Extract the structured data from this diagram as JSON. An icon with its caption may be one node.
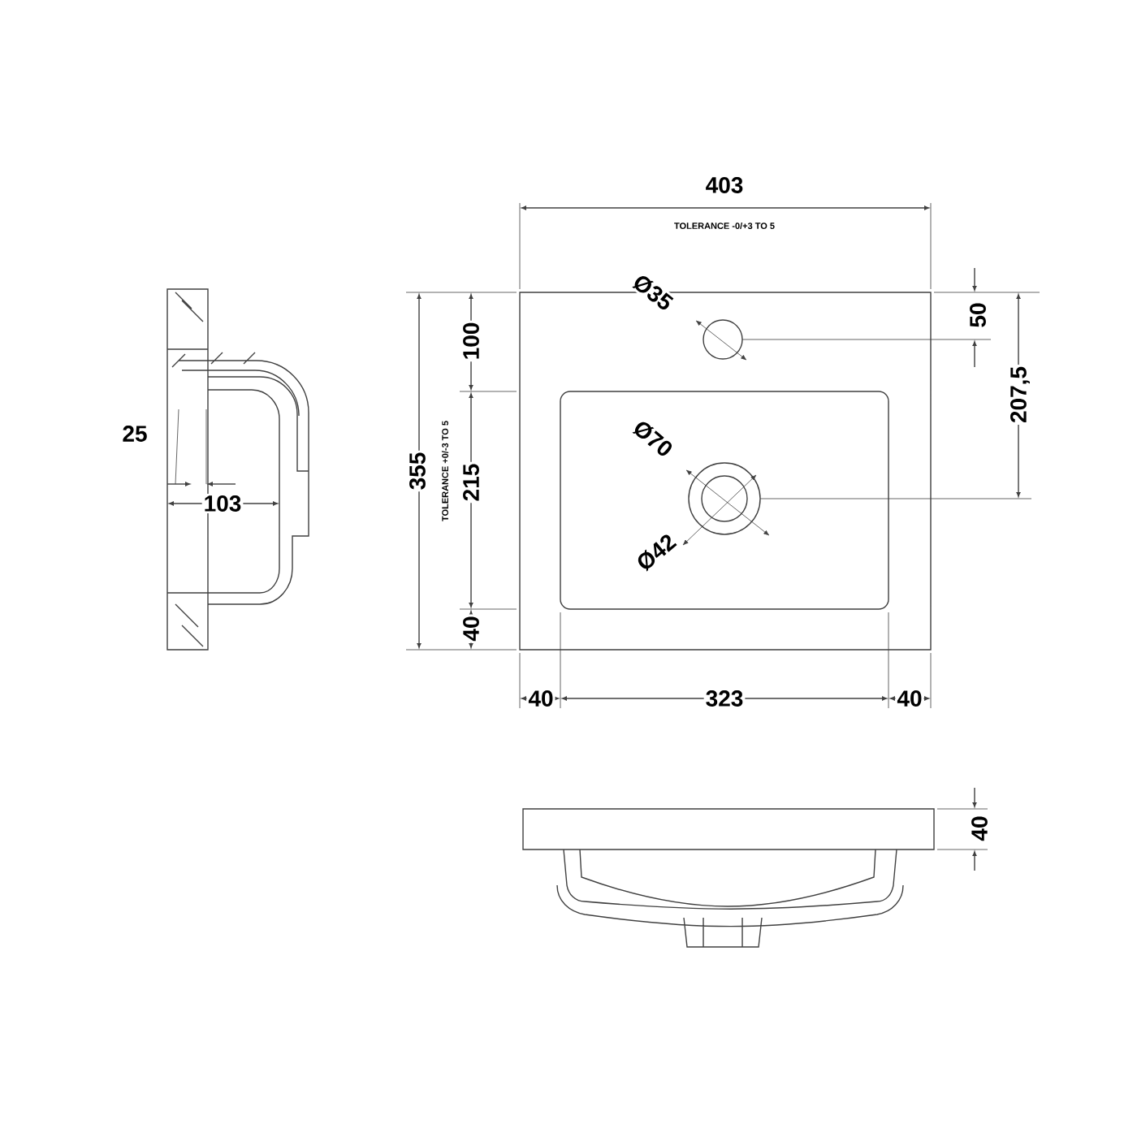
{
  "diagram": {
    "labels": [
      "403",
      "TOLERANCE -0/+3 TO 5",
      "Ø35",
      "50",
      "100",
      "355",
      "TOLERANCE +0/-3 TO 5",
      "207,5",
      "25",
      "Ø70",
      "103",
      "215",
      "Ø42",
      "40",
      "40",
      "323",
      "40",
      "40"
    ]
  }
}
